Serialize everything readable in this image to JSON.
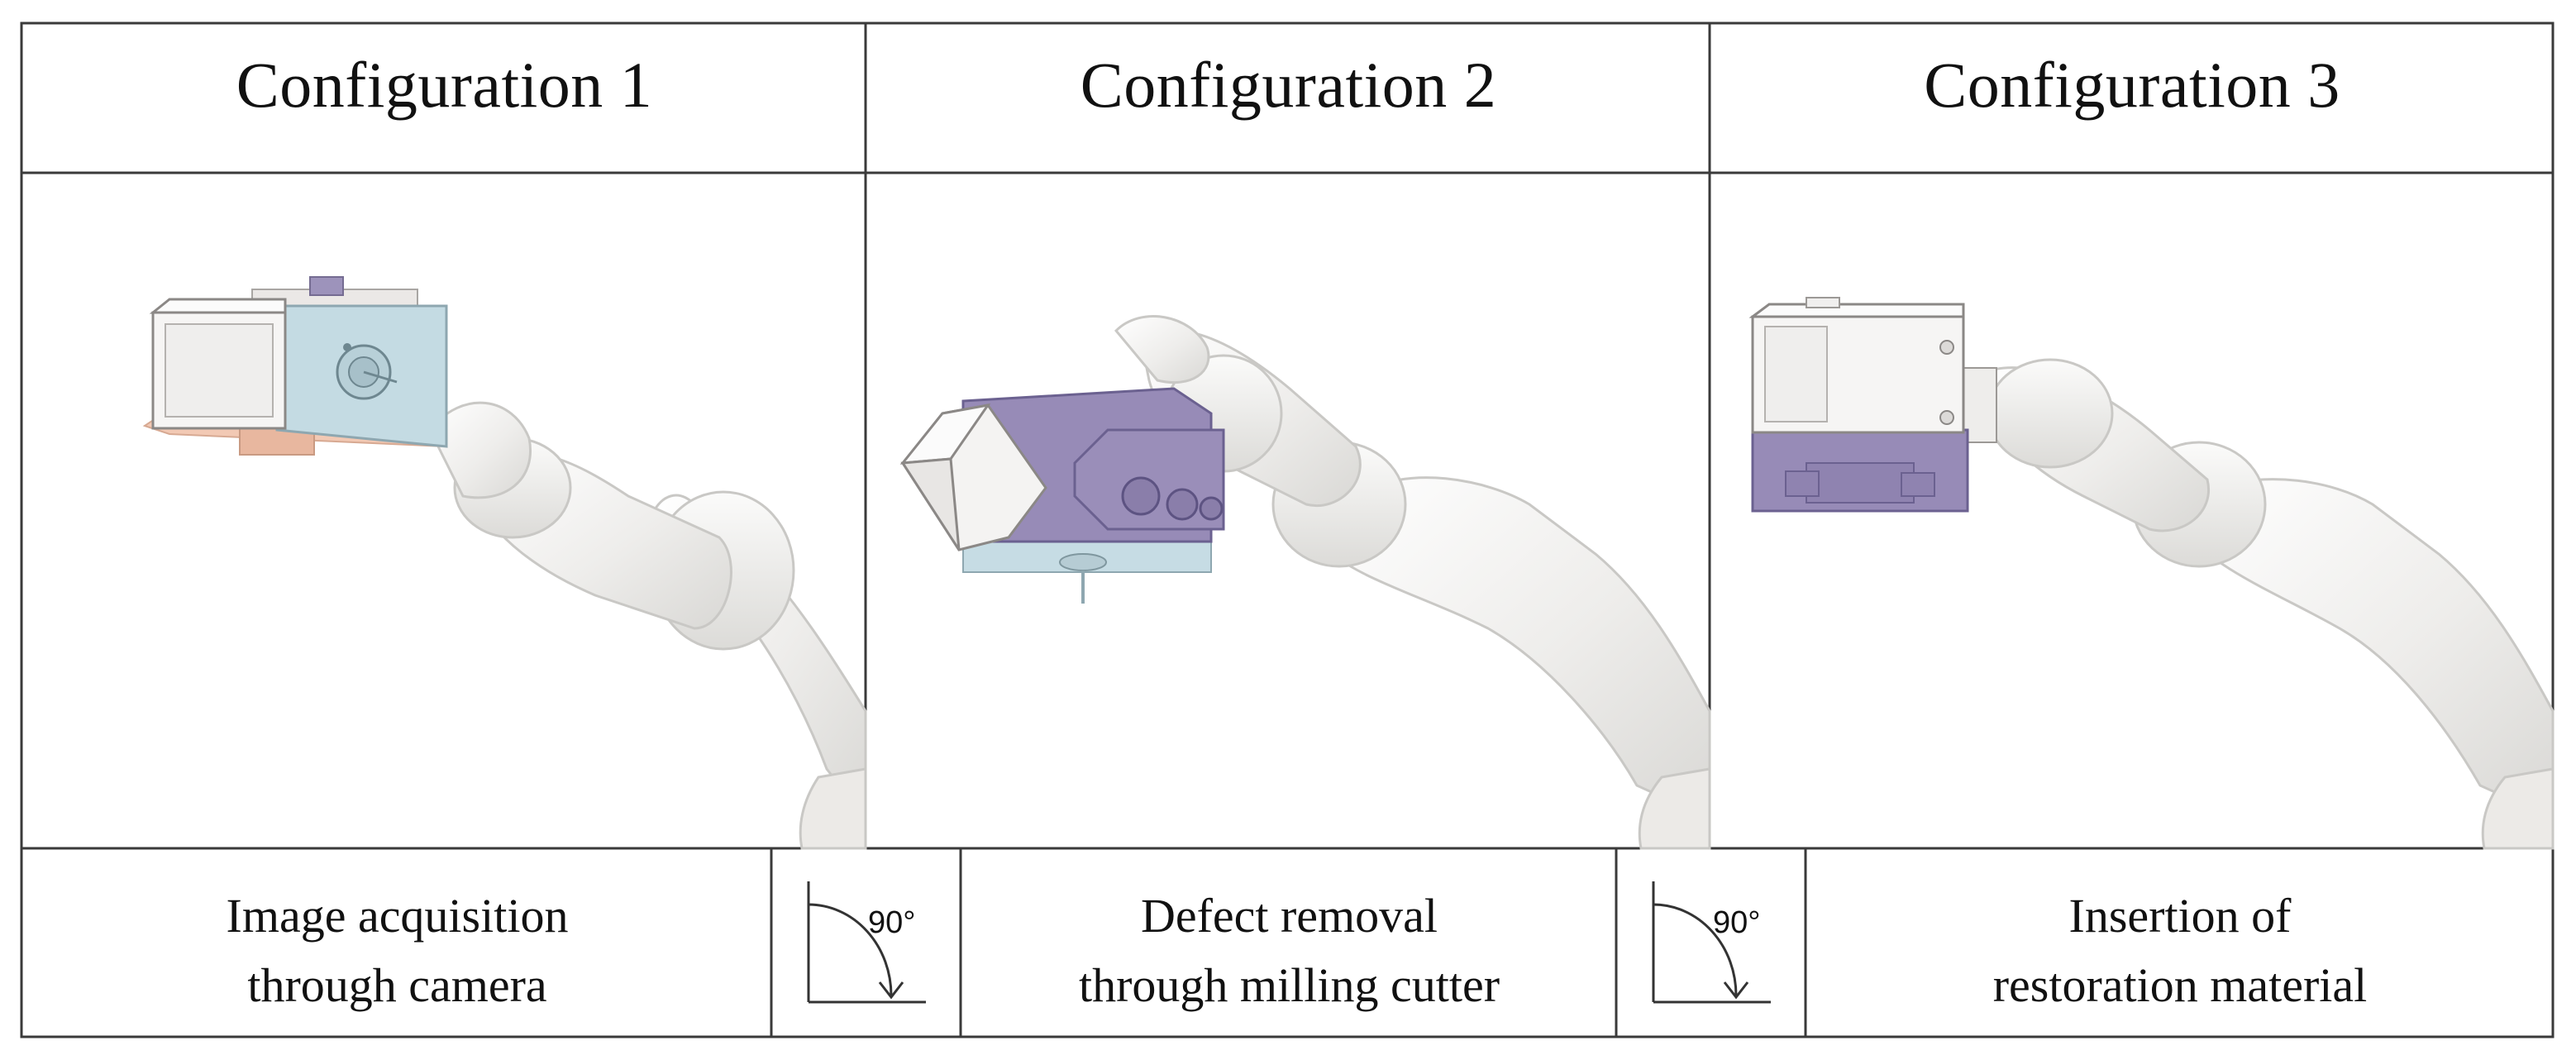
{
  "configurations": [
    {
      "title": "Configuration 1",
      "caption_line1": "Image acquisition",
      "caption_line2": "through camera"
    },
    {
      "title": "Configuration 2",
      "caption_line1": "Defect removal",
      "caption_line2": "through milling cutter"
    },
    {
      "title": "Configuration 3",
      "caption_line1": "Insertion of",
      "caption_line2": "restoration material"
    }
  ],
  "transitions": [
    {
      "angle_label": "90°"
    },
    {
      "angle_label": "90°"
    }
  ],
  "colors": {
    "robot_white": "#f1f0ee",
    "camera_blue": "#c3dbe2",
    "module_purple": "#9488b3",
    "base_peach": "#f2c8b3",
    "housing_white": "#f6f6f6"
  }
}
